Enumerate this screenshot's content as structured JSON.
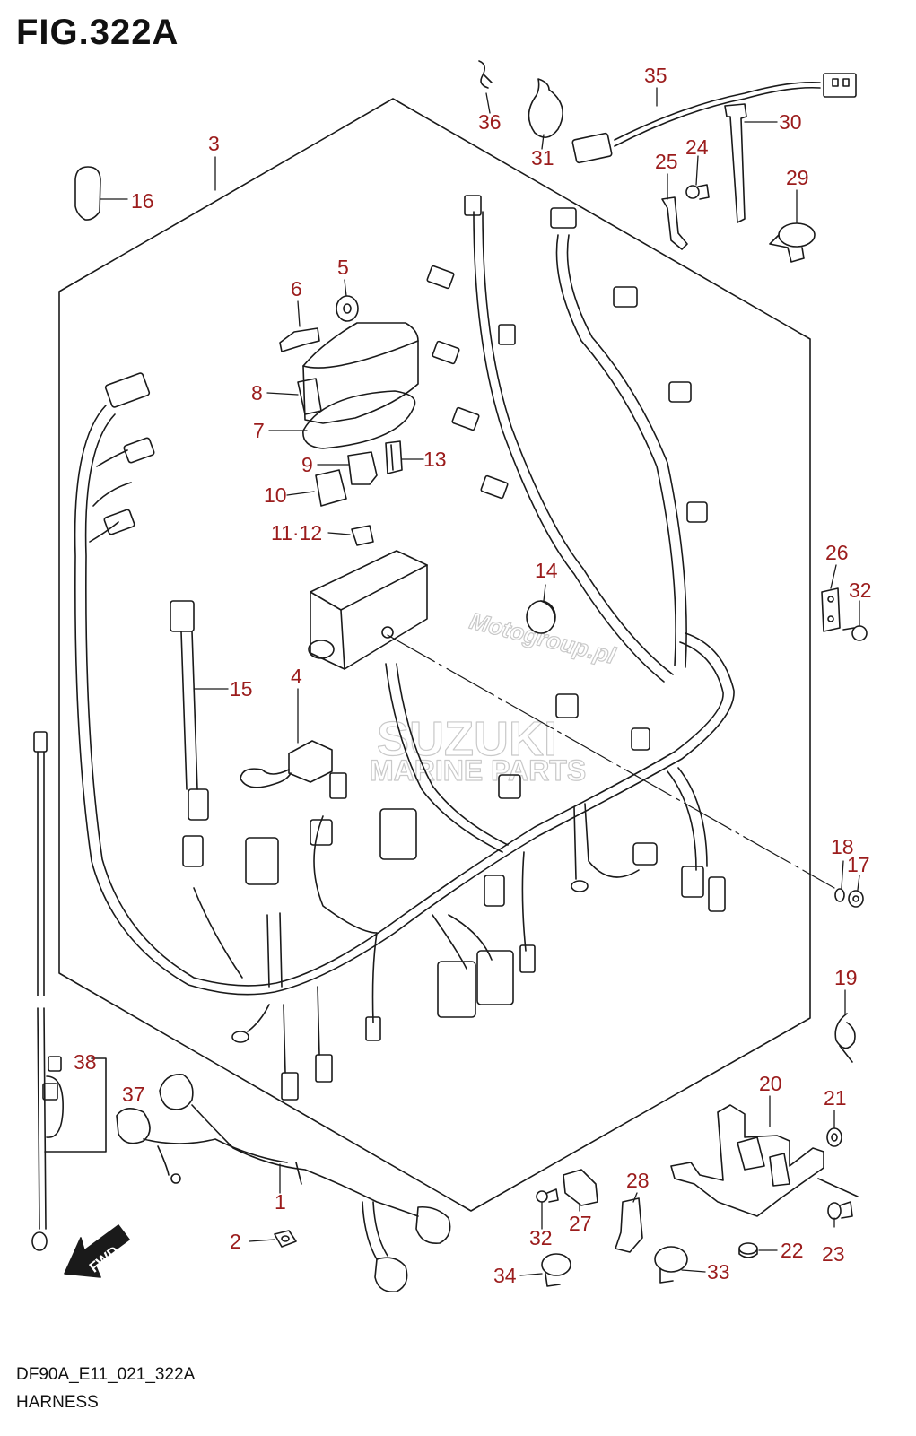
{
  "figure": {
    "title": "FIG.322A",
    "code": "DF90A_E11_021_322A",
    "name": "HARNESS"
  },
  "watermark": {
    "line1": "Motogroup.pl",
    "line2": "SUZUKI",
    "line3": "MARINE PARTS"
  },
  "fwd_label": "FWD",
  "callouts": {
    "c1": "1",
    "c2": "2",
    "c3": "3",
    "c4": "4",
    "c5": "5",
    "c6": "6",
    "c7": "7",
    "c8": "8",
    "c9": "9",
    "c10": "10",
    "c11_12": "11·12",
    "c13": "13",
    "c14": "14",
    "c15": "15",
    "c16": "16",
    "c17": "17",
    "c18": "18",
    "c19": "19",
    "c20": "20",
    "c21": "21",
    "c22": "22",
    "c23": "23",
    "c24": "24",
    "c25": "25",
    "c26": "26",
    "c27": "27",
    "c28": "28",
    "c29": "29",
    "c30": "30",
    "c31": "31",
    "c32a": "32",
    "c32b": "32",
    "c33": "33",
    "c34": "34",
    "c35": "35",
    "c36": "36",
    "c37": "37",
    "c38": "38"
  },
  "colors": {
    "callout": "#9b1c1c",
    "line": "#1a1a1a",
    "watermark": "#c9c9c9"
  }
}
